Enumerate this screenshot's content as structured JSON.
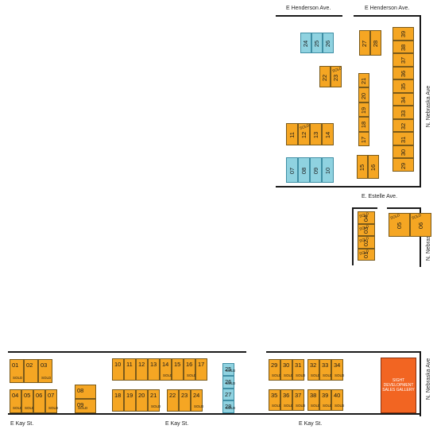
{
  "streets": {
    "henderson_left": "E Henderson Ave.",
    "henderson_right": "E Henderson Ave.",
    "nebraska_upper": "N. Nebraska Ave",
    "estelle": "E. Estelle Ave.",
    "nebraska_middle": "N. Nebraska Ave",
    "nebraska_lower": "N. Nebraska Ave",
    "kay_1": "E Kay St.",
    "kay_2": "E Kay St.",
    "kay_3": "E Kay St."
  },
  "sold_label": "SOLD",
  "sales_gallery": {
    "line1": "SIGHT",
    "line2": "DEVELOPMENT",
    "line3": "SALES GALLERY"
  },
  "legend_colors": {
    "lot_orange": "#f5a623",
    "lot_blue": "#8fd2e0",
    "sales_gallery": "#f26522"
  },
  "lot_groups": [
    {
      "id": "upper-24-26",
      "color": "blue",
      "lots": [
        {
          "num": "24",
          "sold": false
        },
        {
          "num": "25",
          "sold": false
        },
        {
          "num": "26",
          "sold": false
        }
      ]
    },
    {
      "id": "upper-27-28",
      "color": "orange",
      "lots": [
        {
          "num": "27",
          "sold": false
        },
        {
          "num": "28",
          "sold": false
        }
      ]
    },
    {
      "id": "upper-29-39",
      "color": "orange",
      "lots": [
        {
          "num": "29",
          "sold": false
        },
        {
          "num": "30",
          "sold": false
        },
        {
          "num": "31",
          "sold": false
        },
        {
          "num": "32",
          "sold": false
        },
        {
          "num": "33",
          "sold": false
        },
        {
          "num": "34",
          "sold": false
        },
        {
          "num": "35",
          "sold": false
        },
        {
          "num": "36",
          "sold": false
        },
        {
          "num": "37",
          "sold": false
        },
        {
          "num": "38",
          "sold": false
        },
        {
          "num": "39",
          "sold": false
        }
      ]
    },
    {
      "id": "upper-22-23",
      "color": "orange",
      "lots": [
        {
          "num": "22",
          "sold": false
        },
        {
          "num": "23",
          "sold": true
        }
      ]
    },
    {
      "id": "upper-17-21",
      "color": "orange",
      "lots": [
        {
          "num": "17",
          "sold": false
        },
        {
          "num": "18",
          "sold": false
        },
        {
          "num": "19",
          "sold": false
        },
        {
          "num": "20",
          "sold": false
        },
        {
          "num": "21",
          "sold": false
        }
      ]
    },
    {
      "id": "upper-11-14",
      "color": "orange",
      "lots": [
        {
          "num": "11",
          "sold": false
        },
        {
          "num": "12",
          "sold": true
        },
        {
          "num": "13",
          "sold": false
        },
        {
          "num": "14",
          "sold": false
        }
      ]
    },
    {
      "id": "upper-07-10",
      "color": "blue",
      "lots": [
        {
          "num": "07",
          "sold": false
        },
        {
          "num": "08",
          "sold": false
        },
        {
          "num": "09",
          "sold": false
        },
        {
          "num": "10",
          "sold": false
        }
      ]
    },
    {
      "id": "upper-15-16",
      "color": "orange",
      "lots": [
        {
          "num": "15",
          "sold": false
        },
        {
          "num": "16",
          "sold": false
        }
      ]
    },
    {
      "id": "mid-01-04",
      "color": "orange",
      "lots": [
        {
          "num": "01",
          "sold": true
        },
        {
          "num": "02",
          "sold": true
        },
        {
          "num": "03",
          "sold": true
        },
        {
          "num": "04",
          "sold": true
        }
      ]
    },
    {
      "id": "mid-05-06",
      "color": "orange",
      "lots": [
        {
          "num": "05",
          "sold": true
        },
        {
          "num": "06",
          "sold": true
        }
      ]
    },
    {
      "id": "low-01-03",
      "color": "orange",
      "lots": [
        {
          "num": "01",
          "sold": true
        },
        {
          "num": "02",
          "sold": false
        },
        {
          "num": "03",
          "sold": true
        }
      ]
    },
    {
      "id": "low-04-07",
      "color": "orange",
      "lots": [
        {
          "num": "04",
          "sold": true
        },
        {
          "num": "05",
          "sold": true
        },
        {
          "num": "06",
          "sold": false
        },
        {
          "num": "07",
          "sold": true
        }
      ]
    },
    {
      "id": "low-08-09",
      "color": "orange",
      "lots": [
        {
          "num": "08",
          "sold": false
        },
        {
          "num": "09",
          "sold": true
        }
      ]
    },
    {
      "id": "low-10-17",
      "color": "orange",
      "lots": [
        {
          "num": "10",
          "sold": false
        },
        {
          "num": "11",
          "sold": false
        },
        {
          "num": "12",
          "sold": false
        },
        {
          "num": "13",
          "sold": false
        },
        {
          "num": "14",
          "sold": true
        },
        {
          "num": "15",
          "sold": false
        },
        {
          "num": "16",
          "sold": true
        },
        {
          "num": "17",
          "sold": false
        }
      ]
    },
    {
      "id": "low-18-21",
      "color": "orange",
      "lots": [
        {
          "num": "18",
          "sold": false
        },
        {
          "num": "19",
          "sold": false
        },
        {
          "num": "20",
          "sold": false
        },
        {
          "num": "21",
          "sold": true
        }
      ]
    },
    {
      "id": "low-22-24",
      "color": "orange",
      "lots": [
        {
          "num": "22",
          "sold": false
        },
        {
          "num": "23",
          "sold": false
        },
        {
          "num": "24",
          "sold": true
        }
      ]
    },
    {
      "id": "low-25-28",
      "color": "blue",
      "lots": [
        {
          "num": "25",
          "sold": true
        },
        {
          "num": "26",
          "sold": true
        },
        {
          "num": "27",
          "sold": false
        },
        {
          "num": "28",
          "sold": true
        }
      ]
    },
    {
      "id": "low-29-31",
      "color": "orange",
      "lots": [
        {
          "num": "29",
          "sold": true
        },
        {
          "num": "30",
          "sold": true
        },
        {
          "num": "31",
          "sold": true
        }
      ]
    },
    {
      "id": "low-32-34",
      "color": "orange",
      "lots": [
        {
          "num": "32",
          "sold": true
        },
        {
          "num": "33",
          "sold": true
        },
        {
          "num": "34",
          "sold": true
        }
      ]
    },
    {
      "id": "low-35-37",
      "color": "orange",
      "lots": [
        {
          "num": "35",
          "sold": true
        },
        {
          "num": "36",
          "sold": true
        },
        {
          "num": "37",
          "sold": true
        }
      ]
    },
    {
      "id": "low-38-40",
      "color": "orange",
      "lots": [
        {
          "num": "38",
          "sold": true
        },
        {
          "num": "39",
          "sold": true
        },
        {
          "num": "40",
          "sold": true
        }
      ]
    }
  ]
}
